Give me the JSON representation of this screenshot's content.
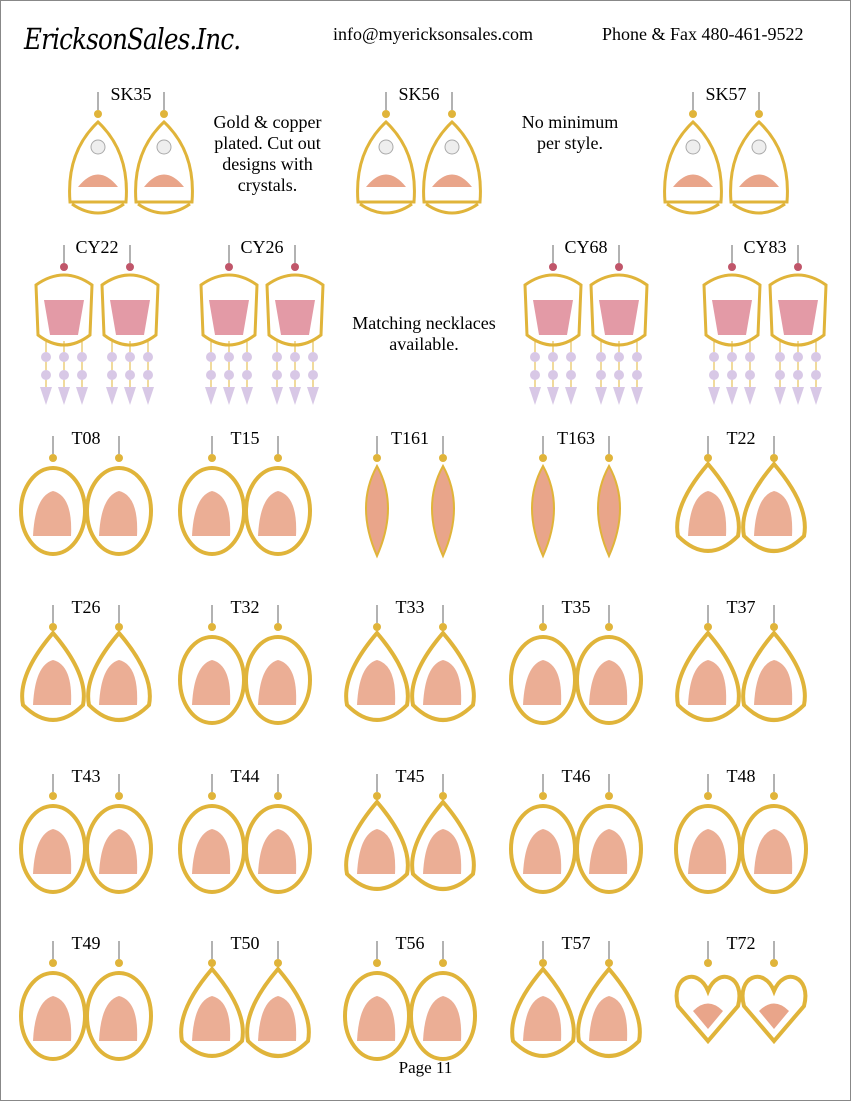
{
  "header": {
    "company": "EricksonSales.Inc.",
    "email": "info@myericksonsales.com",
    "phone": "Phone & Fax 480-461-9522"
  },
  "notes": {
    "plated": "Gold & copper plated. Cut out designs with crystals.",
    "minimum": "No minimum per style.",
    "necklaces": "Matching necklaces available."
  },
  "rows": [
    {
      "products": [
        {
          "code": "SK35"
        },
        {
          "code": "SK56"
        },
        {
          "code": "SK57"
        }
      ]
    },
    {
      "products": [
        {
          "code": "CY22"
        },
        {
          "code": "CY26"
        },
        {
          "code": "CY68"
        },
        {
          "code": "CY83"
        }
      ]
    },
    {
      "products": [
        {
          "code": "T08"
        },
        {
          "code": "T15"
        },
        {
          "code": "T161"
        },
        {
          "code": "T163"
        },
        {
          "code": "T22"
        }
      ]
    },
    {
      "products": [
        {
          "code": "T26"
        },
        {
          "code": "T32"
        },
        {
          "code": "T33"
        },
        {
          "code": "T35"
        },
        {
          "code": "T37"
        }
      ]
    },
    {
      "products": [
        {
          "code": "T43"
        },
        {
          "code": "T44"
        },
        {
          "code": "T45"
        },
        {
          "code": "T46"
        },
        {
          "code": "T48"
        }
      ]
    },
    {
      "products": [
        {
          "code": "T49"
        },
        {
          "code": "T50"
        },
        {
          "code": "T56"
        },
        {
          "code": "T57"
        },
        {
          "code": "T72"
        }
      ]
    }
  ],
  "footer": {
    "page": "Page 11"
  },
  "colors": {
    "gold": "#e0b43a",
    "copper": "#e9a58a",
    "pink": "#e39aa6",
    "crystal": "#d8c8e6"
  }
}
